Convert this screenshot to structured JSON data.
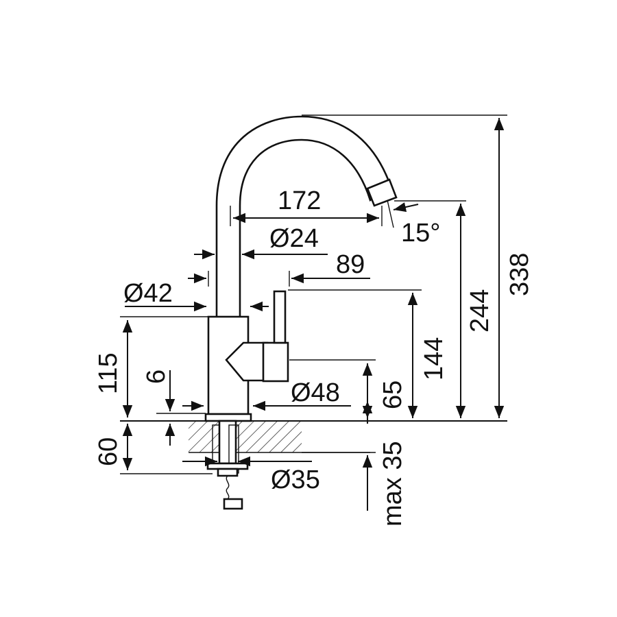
{
  "diagram": {
    "dimensions": {
      "reach": "172",
      "angle": "15°",
      "spout_diameter": "Ø24",
      "lever_offset": "89",
      "body_diameter": "Ø42",
      "body_height": "115",
      "flange_thickness": "6",
      "lever_height": "144",
      "spout_height": "244",
      "total_height": "338",
      "lever_axis_height": "65",
      "base_diameter": "Ø48",
      "below_height": "60",
      "mount_diameter": "Ø35",
      "max_deck": "max 35"
    },
    "colors": {
      "line": "#111111",
      "background": "#ffffff"
    }
  }
}
